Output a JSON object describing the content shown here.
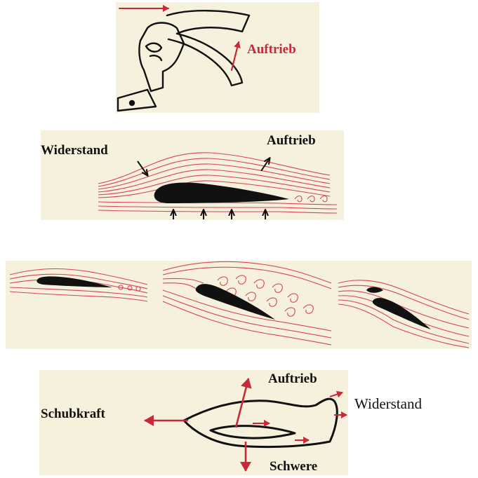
{
  "colors": {
    "paper": "#f6f1dc",
    "ink": "#111111",
    "streamline": "#d8425a",
    "arrow_red": "#c8283a"
  },
  "panel1": {
    "lift_label": "Auftrieb"
  },
  "panel2": {
    "drag_label": "Widerstand",
    "lift_label": "Auftrieb"
  },
  "panel4": {
    "lift_label": "Auftrieb",
    "thrust_label": "Schubkraft",
    "weight_label": "Schwere",
    "drag_label": "Widerstand"
  }
}
